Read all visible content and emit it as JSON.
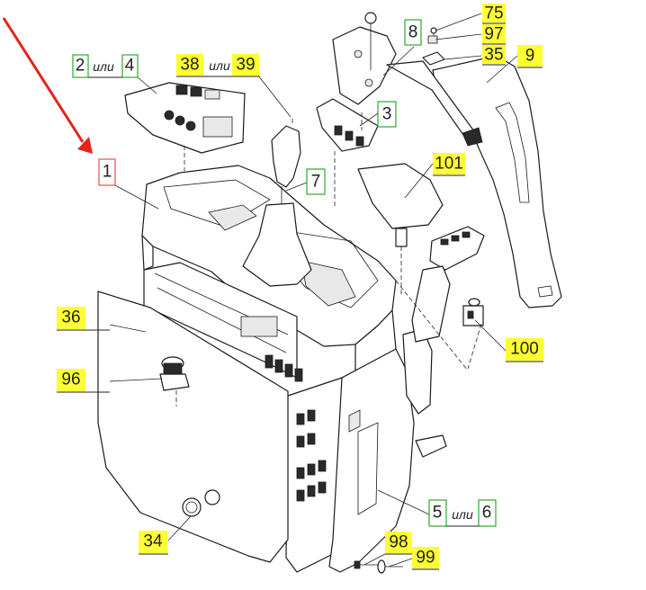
{
  "diagram": {
    "accent_colors": {
      "yellow_label": "#ffff33",
      "green_label": "#19a319",
      "red_label": "#e3443a",
      "arrow": "#e3241b"
    },
    "connector_word": "или",
    "labels": {
      "c1": "1",
      "c2": "2",
      "c3": "3",
      "c4": "4",
      "c5": "5",
      "c6": "6",
      "c7": "7",
      "c8": "8",
      "c9": "9",
      "c34": "34",
      "c35": "35",
      "c36": "36",
      "c38": "38",
      "c39": "39",
      "c75": "75",
      "c96": "96",
      "c97": "97",
      "c98": "98",
      "c99": "99",
      "c100": "100",
      "c101": "101"
    }
  }
}
